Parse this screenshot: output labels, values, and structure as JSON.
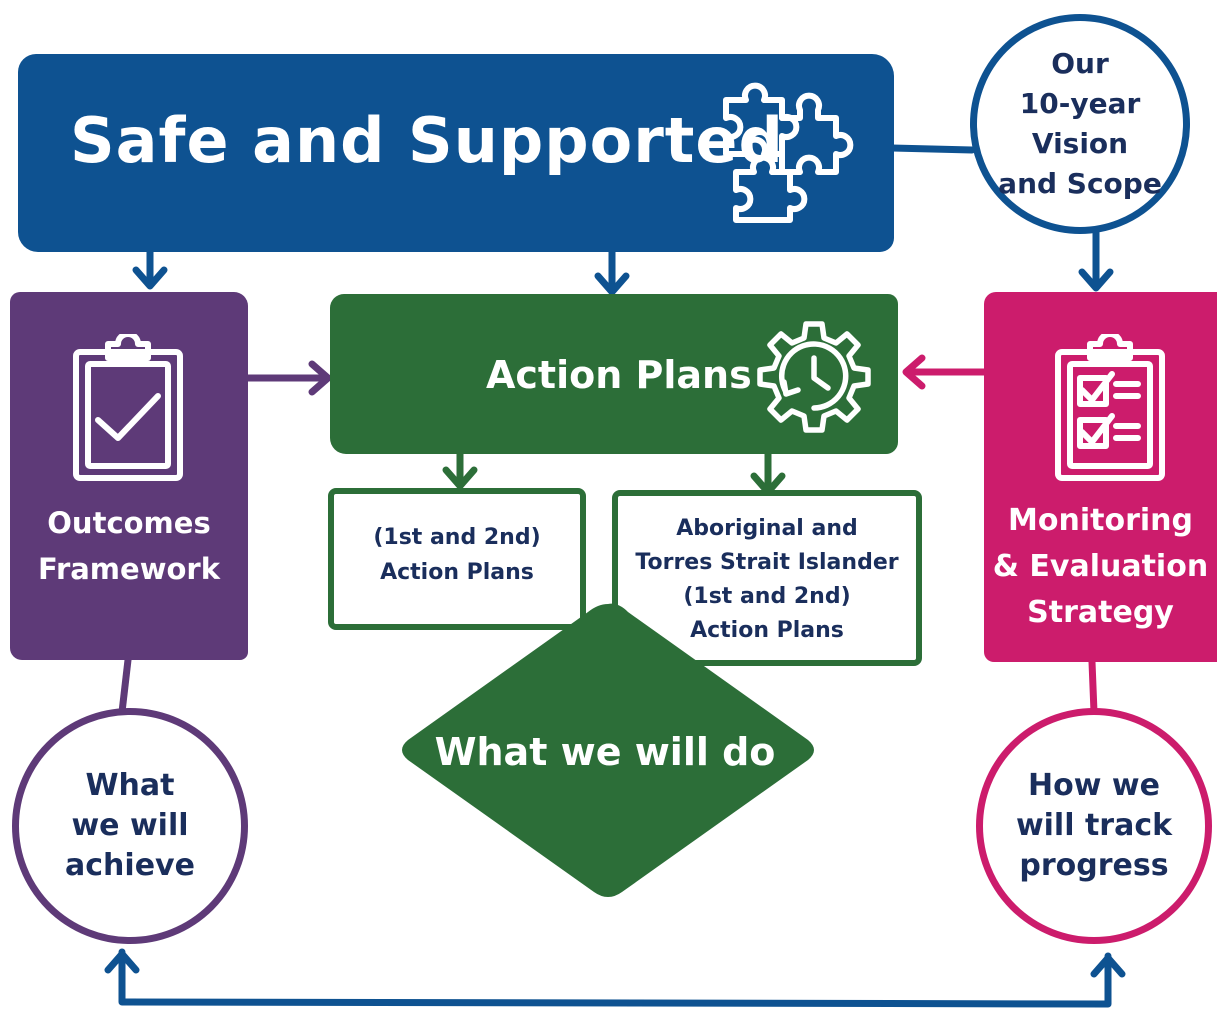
{
  "title": "Safe and Supported",
  "vision": {
    "lines": [
      "Our",
      "10-year",
      "Vision",
      "and Scope"
    ]
  },
  "outcomes": {
    "lines": [
      "Outcomes",
      "Framework"
    ]
  },
  "action_plans": {
    "label": "Action Plans"
  },
  "sub_plan_1": {
    "lines": [
      "(1st and 2nd)",
      "Action Plans"
    ]
  },
  "sub_plan_2": {
    "lines": [
      "Aboriginal and",
      "Torres Strait Islander",
      "(1st and 2nd)",
      "Action Plans"
    ]
  },
  "diamond": {
    "label": "What we will do"
  },
  "monitoring": {
    "lines": [
      "Monitoring",
      "& Evaluation",
      "Strategy"
    ]
  },
  "achieve": {
    "lines": [
      "What",
      "we will",
      "achieve"
    ]
  },
  "track": {
    "lines": [
      "How we",
      "will track",
      "progress"
    ]
  },
  "icons": {
    "title": "puzzle-pieces-icon",
    "action": "gear-clock-icon",
    "outcomes": "clipboard-check-icon",
    "monitoring": "clipboard-checklist-icon"
  },
  "colors": {
    "navy": "#0e5291",
    "purple": "#5e3a78",
    "green": "#2c6e38",
    "magenta": "#cc1c6c",
    "text_dark": "#1a2e5c"
  }
}
